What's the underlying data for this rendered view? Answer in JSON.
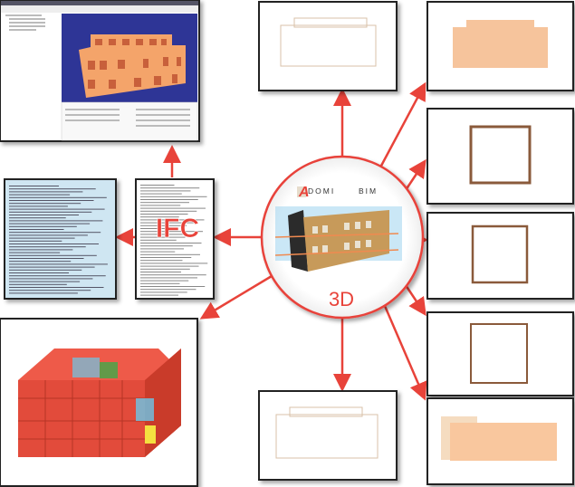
{
  "center": {
    "brand_left": "DOMI",
    "brand_logo_letter": "A",
    "brand_right": "BIM",
    "label": "3D"
  },
  "ifc_label": "IFC",
  "colors": {
    "arrow": "#e8433a",
    "circle_stroke": "#e8433a",
    "viewer_bg": "#2f3596",
    "building": "#f4a46a",
    "listing_bg": "#cfe6f2",
    "blocks": "#ee5a48"
  }
}
